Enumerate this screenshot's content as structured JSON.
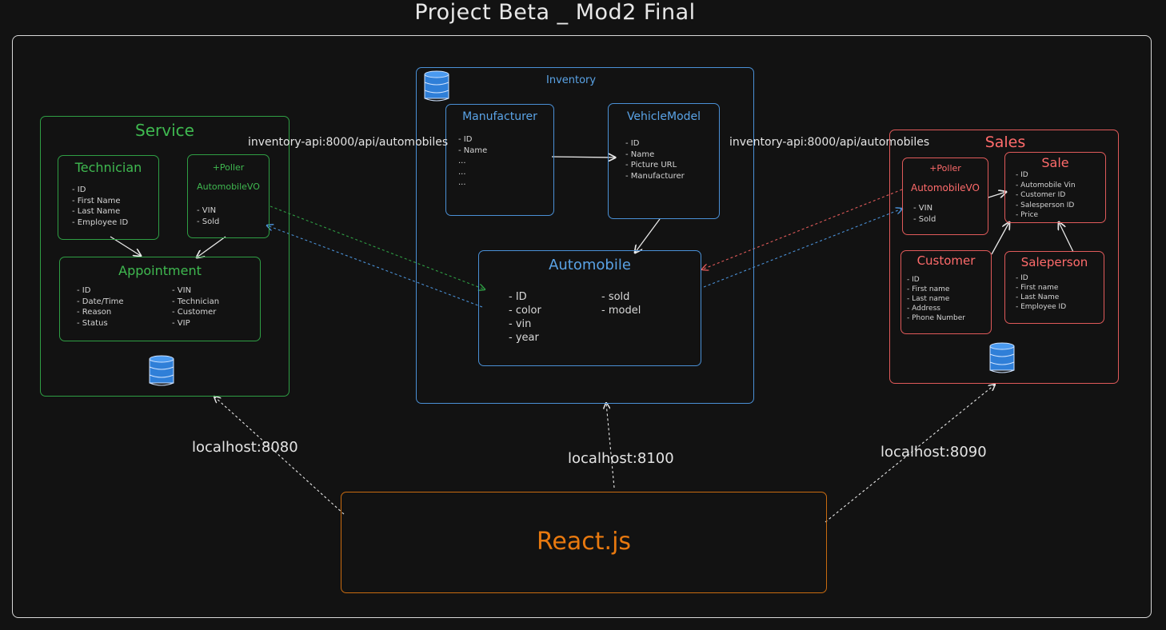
{
  "title": "Project Beta _ Mod2 Final",
  "service": {
    "title": "Service",
    "technician": {
      "title": "Technician",
      "fields": [
        "- ID",
        "- First Name",
        "- Last Name",
        "- Employee ID"
      ]
    },
    "poller": {
      "label": "+Poller",
      "title": "AutomobileVO",
      "fields": [
        "- VIN",
        "- Sold"
      ]
    },
    "appointment": {
      "title": "Appointment",
      "fields_left": [
        "- ID",
        "- Date/Time",
        "- Reason",
        "- Status"
      ],
      "fields_right": [
        "- VIN",
        "- Technician",
        "- Customer",
        "- VIP"
      ]
    }
  },
  "inventory": {
    "title": "Inventory",
    "manufacturer": {
      "title": "Manufacturer",
      "fields": [
        "- ID",
        "- Name",
        "...",
        "...",
        "..."
      ]
    },
    "vehicle_model": {
      "title": "VehicleModel",
      "fields": [
        "- ID",
        "- Name",
        "- Picture URL",
        "- Manufacturer"
      ]
    },
    "automobile": {
      "title": "Automobile",
      "fields_left": [
        "- ID",
        "- color",
        "- vin",
        "- year"
      ],
      "fields_right": [
        "- sold",
        "- model"
      ]
    }
  },
  "sales": {
    "title": "Sales",
    "poller": {
      "label": "+Poller",
      "title": "AutomobileVO",
      "fields": [
        "- VIN",
        "- Sold"
      ]
    },
    "sale": {
      "title": "Sale",
      "fields": [
        "- ID",
        "- Automobile Vin",
        "- Customer ID",
        "- Salesperson ID",
        "- Price"
      ]
    },
    "customer": {
      "title": "Customer",
      "fields": [
        "- ID",
        "- First name",
        "- Last name",
        "- Address",
        "- Phone Number"
      ]
    },
    "salesperson": {
      "title": "Saleperson",
      "fields": [
        "- ID",
        "- First name",
        "- Last Name",
        "- Employee ID"
      ]
    }
  },
  "api_labels": {
    "left": "inventory-api:8000/api/automobiles",
    "right": "inventory-api:8000/api/automobiles"
  },
  "hosts": {
    "service": "localhost:8080",
    "inventory": "localhost:8100",
    "sales": "localhost:8090"
  },
  "react": {
    "title": "React.js"
  },
  "colors": {
    "service": "#2f9e44",
    "inventory": "#4a90d6",
    "sales": "#e05a5a",
    "react": "#c96b10",
    "background": "#121212"
  },
  "icons": [
    "database-icon-service",
    "database-icon-inventory",
    "database-icon-sales"
  ]
}
